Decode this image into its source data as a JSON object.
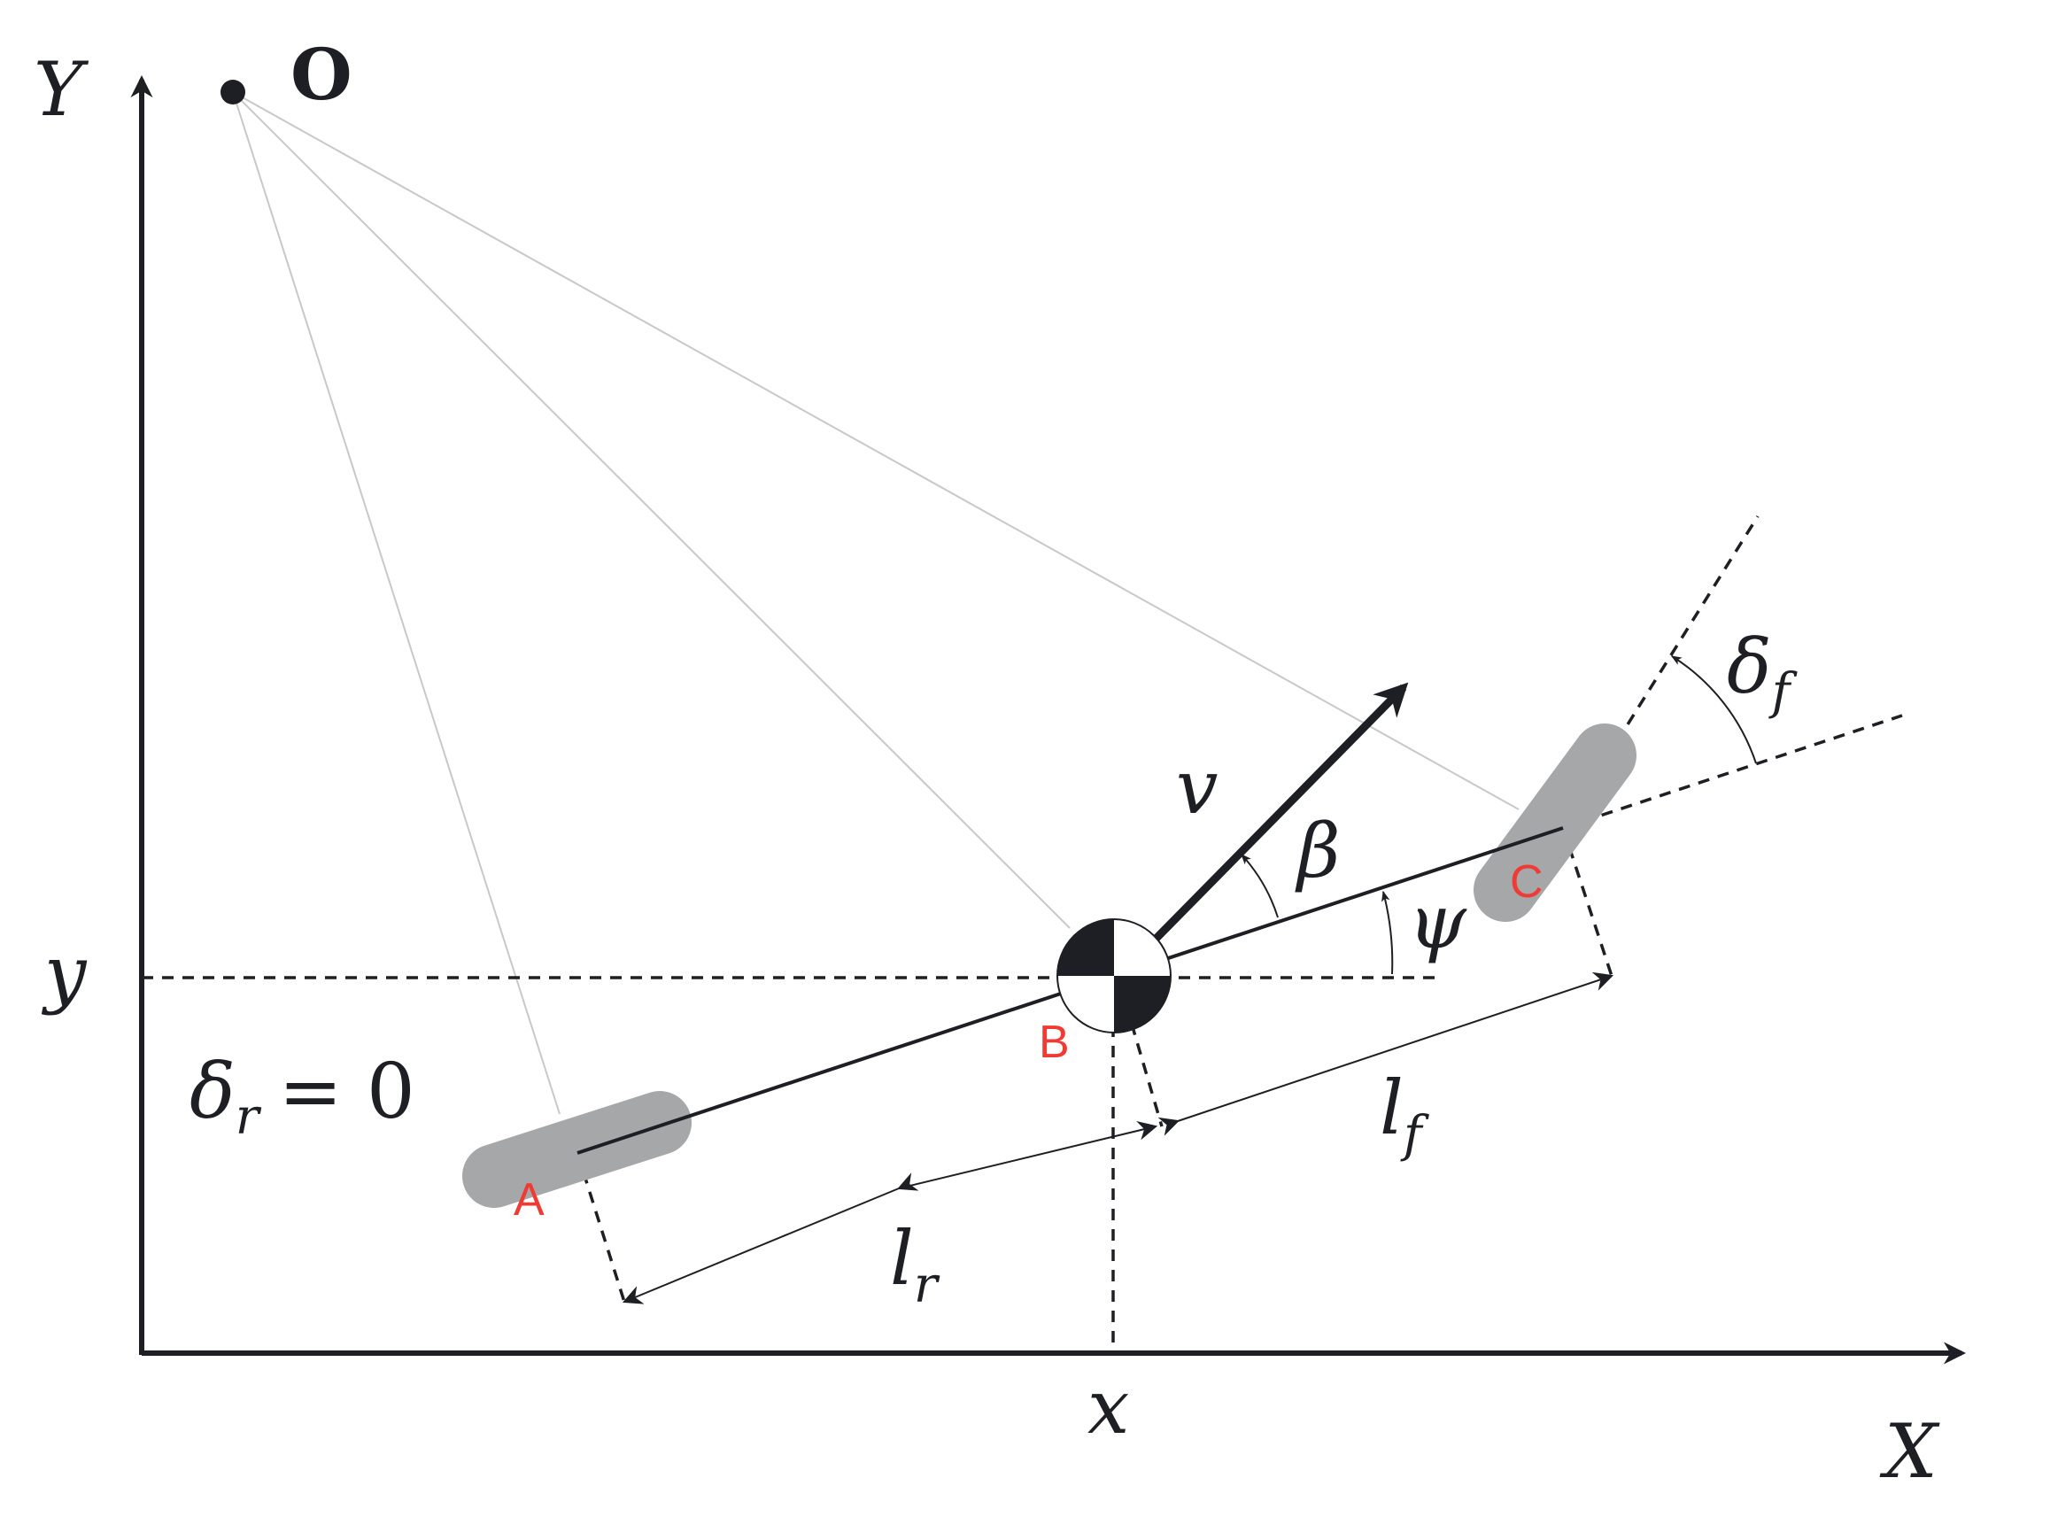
{
  "axes": {
    "x_label": "X",
    "y_label": "Y",
    "x_tick": "x",
    "y_tick": "y"
  },
  "origin_label": "O",
  "points": {
    "rear": "A",
    "center": "B",
    "front": "C"
  },
  "labels": {
    "rear_steer": "δ",
    "rear_steer_sub": "r",
    "rear_steer_eq": "= 0",
    "front_steer": "δ",
    "front_steer_sub": "f",
    "velocity": "v",
    "slip_angle": "β",
    "heading": "ψ",
    "rear_length": "l",
    "rear_length_sub": "r",
    "front_length": "l",
    "front_length_sub": "f"
  },
  "colors": {
    "ink": "#1e1f24",
    "wheel": "#a6a7a9",
    "point_label": "#ef3b33",
    "ray": "#c8c8c8"
  }
}
